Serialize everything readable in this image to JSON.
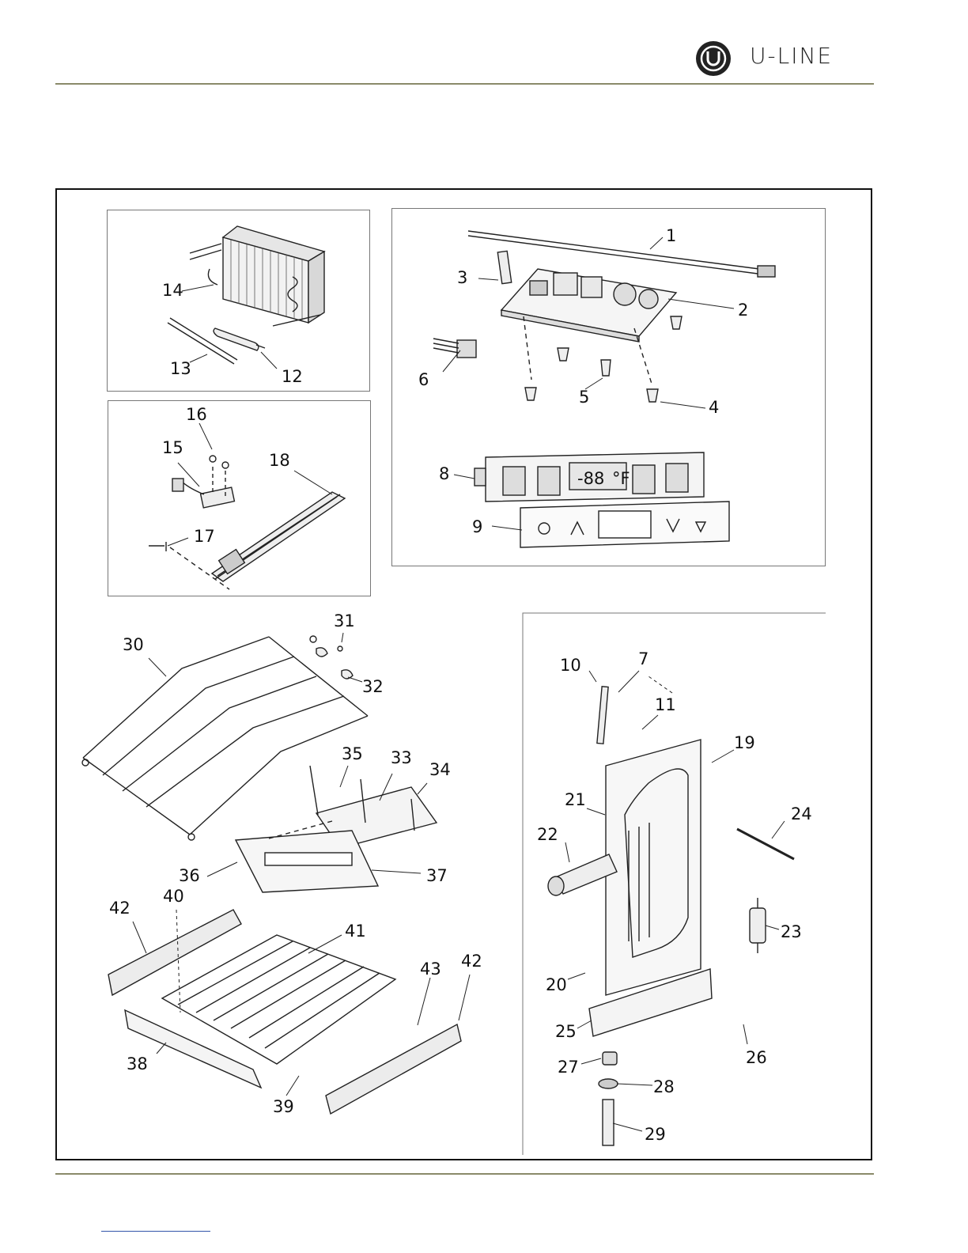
{
  "header": {
    "brand_name": "U-LINE",
    "logo_icon": "u-line-circle-logo"
  },
  "diagram": {
    "callouts": [
      "1",
      "2",
      "3",
      "4",
      "5",
      "6",
      "7",
      "8",
      "9",
      "10",
      "11",
      "12",
      "13",
      "14",
      "15",
      "16",
      "17",
      "18",
      "19",
      "20",
      "21",
      "22",
      "23",
      "24",
      "25",
      "26",
      "27",
      "28",
      "29",
      "30",
      "31",
      "32",
      "33",
      "34",
      "35",
      "36",
      "37",
      "38",
      "39",
      "40",
      "41",
      "42",
      "43"
    ],
    "display_readout": "-88",
    "display_unit": "°F"
  },
  "colors": {
    "rule": "#8a8a6a",
    "line_art": "#222222",
    "frame": "#111111",
    "link_underline": "#3355aa"
  }
}
